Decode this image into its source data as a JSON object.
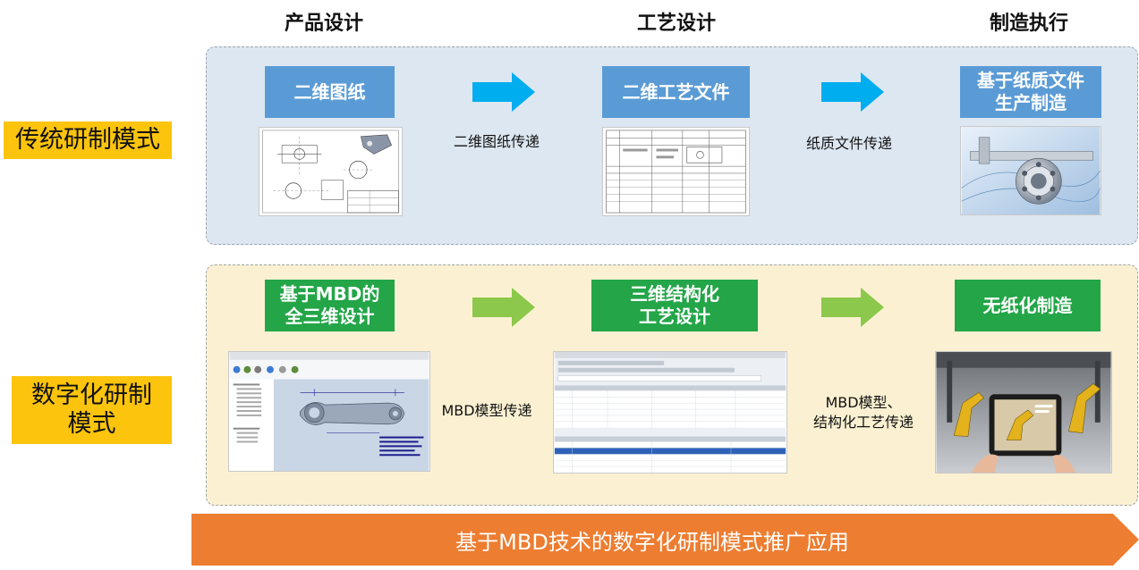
{
  "stages": {
    "product_design": "产品设计",
    "process_design": "工艺设计",
    "manufacturing": "制造执行"
  },
  "modes": {
    "traditional": "传统研制模式",
    "digital_line1": "数字化研制",
    "digital_line2": "模式"
  },
  "traditional": {
    "box1": "二维图纸",
    "box2": "二维工艺文件",
    "box3_line1": "基于纸质文件",
    "box3_line2": "生产制造",
    "flow1": "二维图纸传递",
    "flow2": "纸质文件传递"
  },
  "digital": {
    "box1_line1": "基于MBD的",
    "box1_line2": "全三维设计",
    "box2_line1": "三维结构化",
    "box2_line2": "工艺设计",
    "box3": "无纸化制造",
    "flow1": "MBD模型传递",
    "flow2_line1": "MBD模型、",
    "flow2_line2": "结构化工艺传递"
  },
  "banner": "基于MBD技术的数字化研制模式推广应用",
  "colors": {
    "blue_box": "#5b9bd5",
    "green_box": "#23a548",
    "blue_arrow": "#00aeef",
    "green_arrow": "#8cc84b",
    "mode_label": "#fcc40c",
    "banner": "#ed7d31"
  }
}
